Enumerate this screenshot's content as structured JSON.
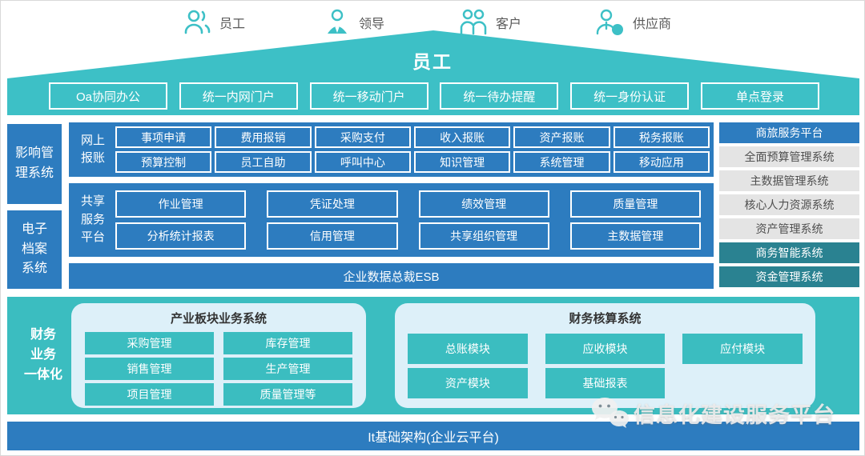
{
  "colors": {
    "blue": "#2d7cbf",
    "teal": "#3dc0c6",
    "teal_bottom": "#3bbdc0",
    "teal_dark": "#2a8291",
    "gray_item": "#e4e4e4",
    "light_panel": "#ddf0f9"
  },
  "actors": [
    {
      "label": "员工",
      "icon": "employee-icon"
    },
    {
      "label": "领导",
      "icon": "leader-icon"
    },
    {
      "label": "客户",
      "icon": "customer-icon"
    },
    {
      "label": "供应商",
      "icon": "supplier-icon"
    }
  ],
  "roof": {
    "label": "员工"
  },
  "portal_bar": {
    "buttons": [
      "Oa协同办公",
      "统一内网门户",
      "统一移动门户",
      "统一待办提醒",
      "统一身份认证",
      "单点登录"
    ]
  },
  "left_sidebar": {
    "boxes": [
      {
        "label": "影响管理系统",
        "lines": [
          "影响管",
          "理系统"
        ]
      },
      {
        "label": "电子档案系统",
        "lines": [
          "电子",
          "档案",
          "系统"
        ]
      }
    ]
  },
  "online_reimbursement": {
    "label": "网上报账",
    "lines": [
      "网上",
      "报账"
    ],
    "row1": [
      "事项申请",
      "费用报销",
      "采购支付",
      "收入报账",
      "资产报账",
      "税务报账"
    ],
    "row2": [
      "预算控制",
      "员工自助",
      "呼叫中心",
      "知识管理",
      "系统管理",
      "移动应用"
    ]
  },
  "shared_services": {
    "label": "共享服务平台",
    "lines": [
      "共享",
      "服务",
      "平台"
    ],
    "row1": [
      "作业管理",
      "凭证处理",
      "绩效管理",
      "质量管理"
    ],
    "row2": [
      "分析统计报表",
      "信用管理",
      "共享组织管理",
      "主数据管理"
    ]
  },
  "esb_bar": {
    "label": "企业数据总裁ESB"
  },
  "right_column": {
    "items": [
      {
        "label": "商旅服务平台",
        "style": "blue"
      },
      {
        "label": "全面预算管理系统",
        "style": "gray"
      },
      {
        "label": "主数据管理系统",
        "style": "gray"
      },
      {
        "label": "核心人力资源系统",
        "style": "gray"
      },
      {
        "label": "资产管理系统",
        "style": "gray"
      },
      {
        "label": "商务智能系统",
        "style": "dark-teal"
      },
      {
        "label": "资金管理系统",
        "style": "dark-teal"
      }
    ]
  },
  "finance_integration": {
    "label": "财务业务一体化",
    "lines": [
      "财务",
      "业务",
      "一体化"
    ],
    "industry_panel": {
      "title": "产业板块业务系统",
      "col1": [
        "采购管理",
        "销售管理",
        "项目管理"
      ],
      "col2": [
        "库存管理",
        "生产管理",
        "质量管理等"
      ]
    },
    "accounting_panel": {
      "title": "财务核算系统",
      "row1": [
        "总账模块",
        "应收模块",
        "应付模块"
      ],
      "row2": [
        "资产模块",
        "基础报表"
      ]
    }
  },
  "infrastructure_bar": {
    "label": "It基础架构(企业云平台)"
  },
  "watermark": {
    "label": "信息化建设服务平台",
    "icon": "wechat-icon"
  }
}
